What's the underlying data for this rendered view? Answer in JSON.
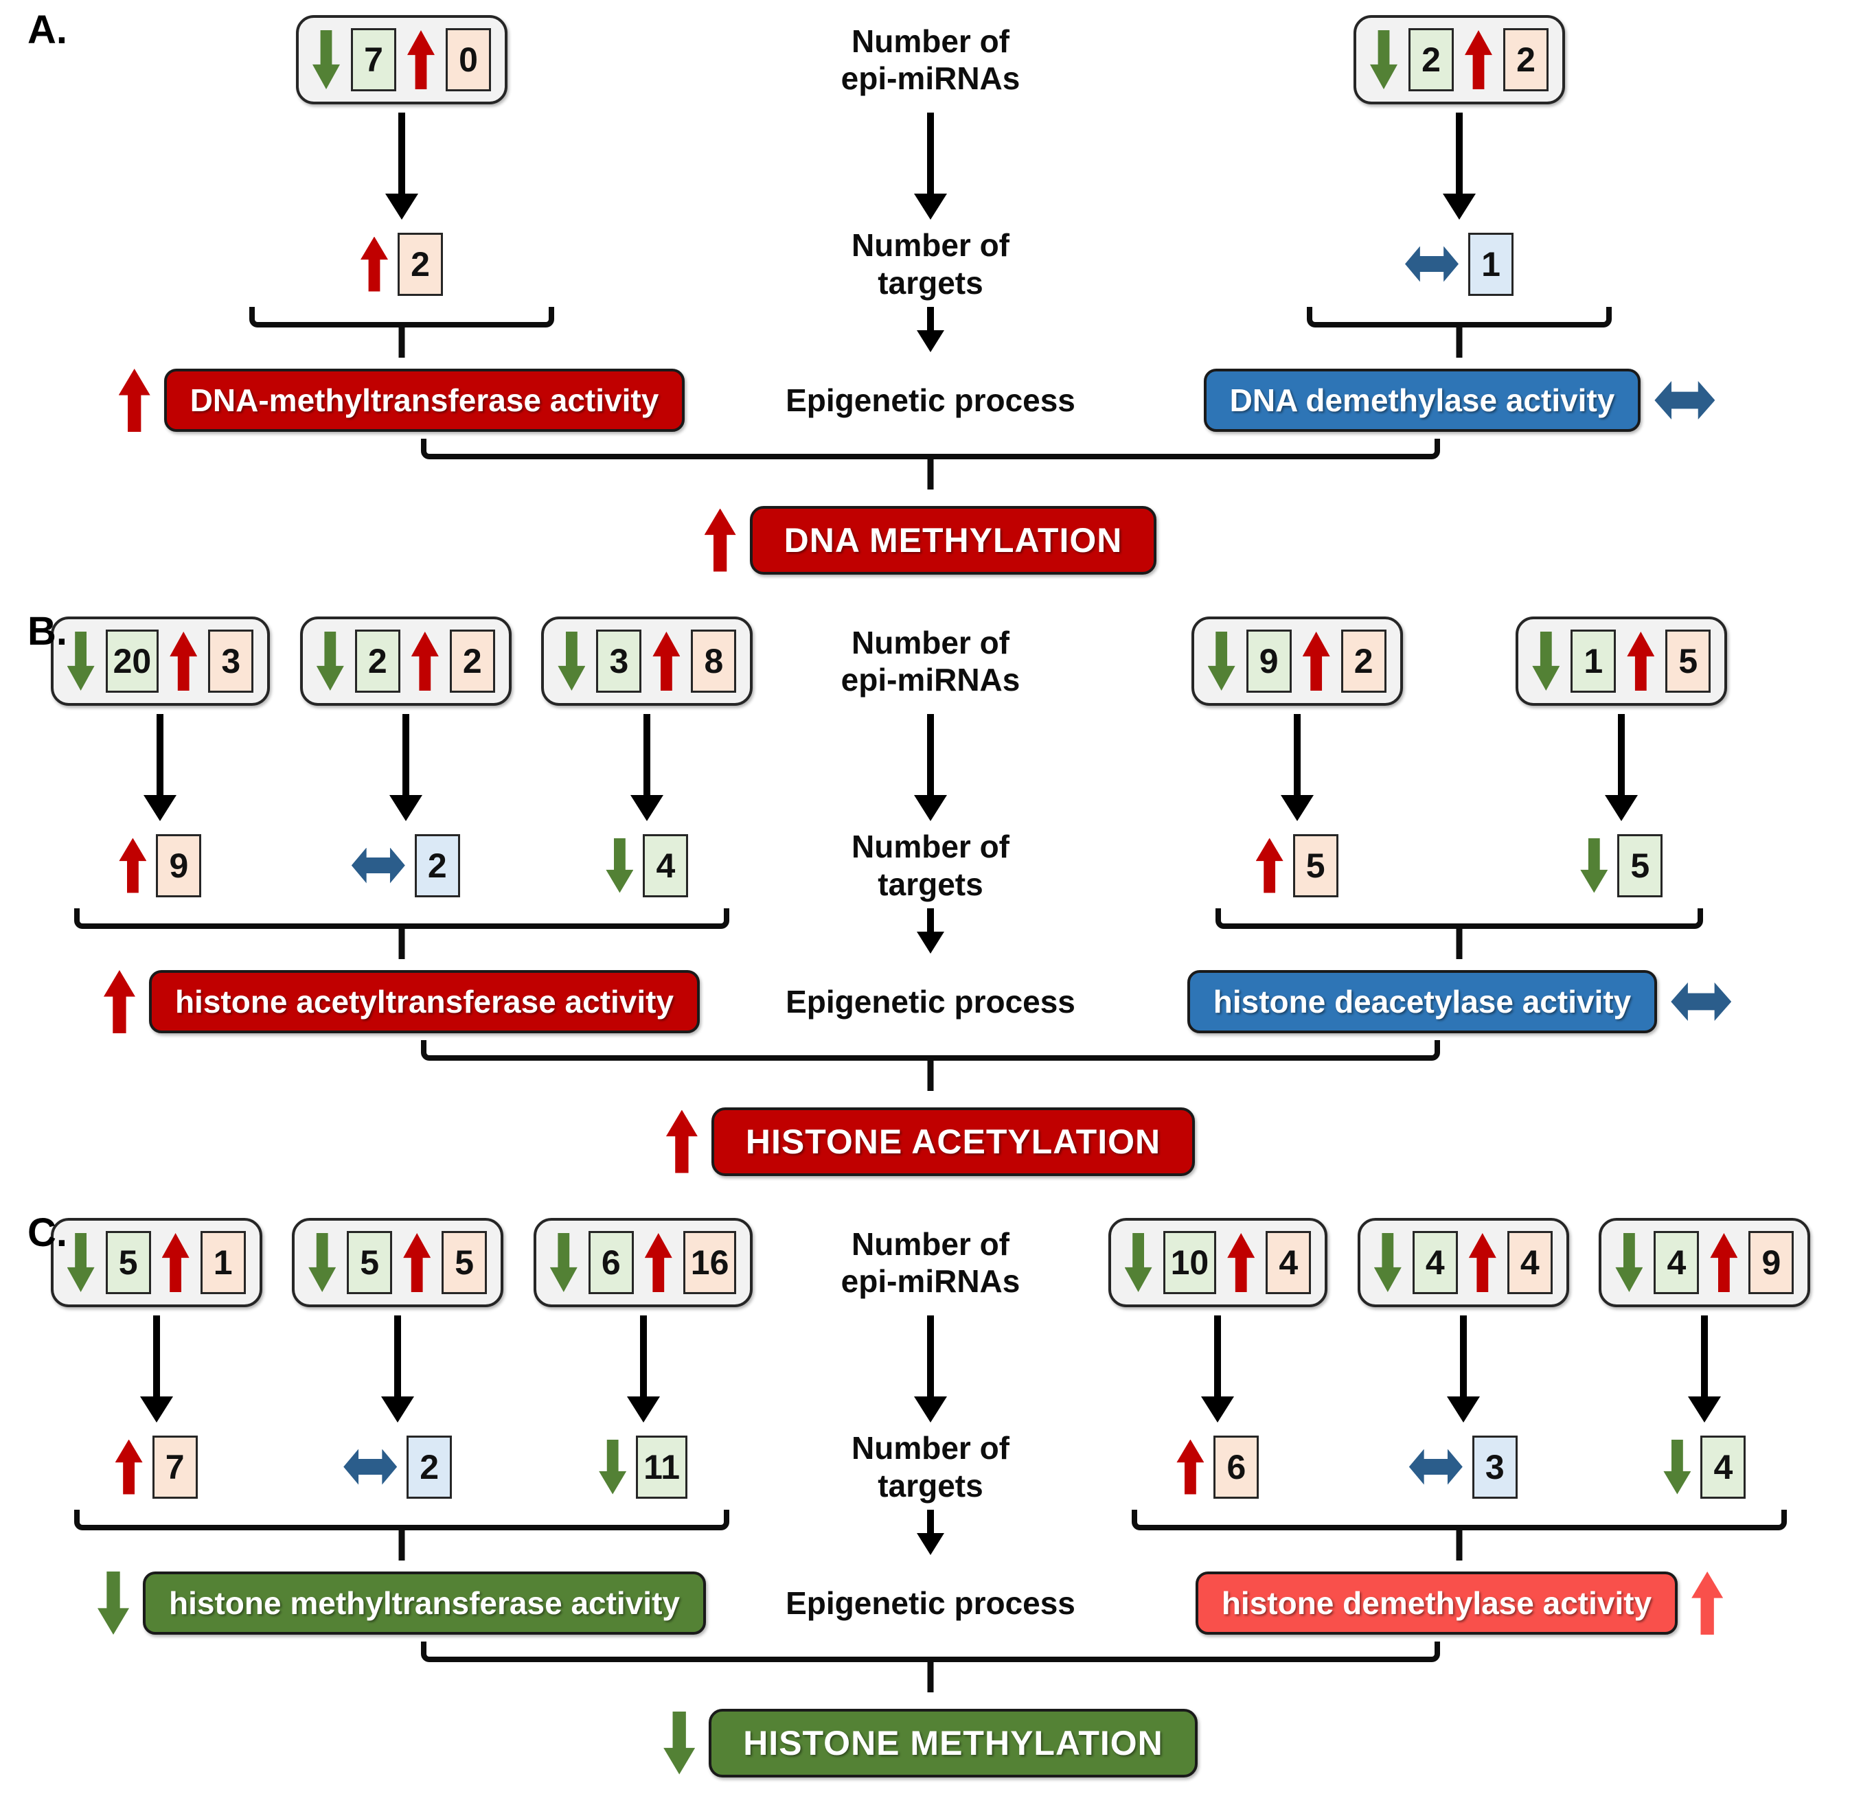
{
  "center_labels": {
    "epi_line1": "Number of",
    "epi_line2": "epi-miRNAs",
    "targets_line1": "Number of",
    "targets_line2": "targets",
    "process": "Epigenetic process"
  },
  "colors": {
    "activity_red": "#c00000",
    "activity_blue": "#2e75b6",
    "activity_green": "#548235",
    "activity_coral": "#f9504b",
    "arrow_up_red": "#c00000",
    "arrow_down_green": "#538135",
    "arrow_same_blue": "#2b5d8b",
    "tile_upregulated": "#fbe5d6",
    "tile_downregulated": "#e2efda",
    "tile_unchanged": "#dbe9f6",
    "mirna_box_bg": "#f2f2f2"
  },
  "panels": [
    {
      "id": "A",
      "label": "A.",
      "left": {
        "units": [
          {
            "down": "7",
            "up": "0",
            "target": {
              "dir": "up",
              "value": "2"
            }
          }
        ],
        "activity": {
          "label": "DNA-methyltransferase activity",
          "color": "red",
          "arrow": "up-red"
        }
      },
      "right": {
        "units": [
          {
            "down": "2",
            "up": "2",
            "target": {
              "dir": "same",
              "value": "1"
            }
          }
        ],
        "activity": {
          "label": "DNA demethylase activity",
          "color": "blue",
          "arrow": "same-blue"
        }
      },
      "process": {
        "label": "DNA METHYLATION",
        "color": "red",
        "arrow": "up-red"
      }
    },
    {
      "id": "B",
      "label": "B.",
      "left": {
        "units": [
          {
            "down": "20",
            "up": "3",
            "target": {
              "dir": "up",
              "value": "9"
            }
          },
          {
            "down": "2",
            "up": "2",
            "target": {
              "dir": "same",
              "value": "2"
            }
          },
          {
            "down": "3",
            "up": "8",
            "target": {
              "dir": "down",
              "value": "4"
            }
          }
        ],
        "activity": {
          "label": "histone acetyltransferase activity",
          "color": "red",
          "arrow": "up-red"
        }
      },
      "right": {
        "units": [
          {
            "down": "9",
            "up": "2",
            "target": {
              "dir": "up",
              "value": "5"
            }
          },
          {
            "down": "1",
            "up": "5",
            "target": {
              "dir": "down",
              "value": "5"
            }
          }
        ],
        "activity": {
          "label": "histone deacetylase activity",
          "color": "blue",
          "arrow": "same-blue"
        }
      },
      "process": {
        "label": "HISTONE ACETYLATION",
        "color": "red",
        "arrow": "up-red"
      }
    },
    {
      "id": "C",
      "label": "C.",
      "left": {
        "units": [
          {
            "down": "5",
            "up": "1",
            "target": {
              "dir": "up",
              "value": "7"
            }
          },
          {
            "down": "5",
            "up": "5",
            "target": {
              "dir": "same",
              "value": "2"
            }
          },
          {
            "down": "6",
            "up": "16",
            "target": {
              "dir": "down",
              "value": "11"
            }
          }
        ],
        "activity": {
          "label": "histone methyltransferase activity",
          "color": "green",
          "arrow": "down-green"
        }
      },
      "right": {
        "units": [
          {
            "down": "10",
            "up": "4",
            "target": {
              "dir": "up",
              "value": "6"
            }
          },
          {
            "down": "4",
            "up": "4",
            "target": {
              "dir": "same",
              "value": "3"
            }
          },
          {
            "down": "4",
            "up": "9",
            "target": {
              "dir": "down",
              "value": "4"
            }
          }
        ],
        "activity": {
          "label": "histone demethylase activity",
          "color": "coral",
          "arrow": "up-coral"
        }
      },
      "process": {
        "label": "HISTONE METHYLATION",
        "color": "green",
        "arrow": "down-green"
      }
    }
  ]
}
